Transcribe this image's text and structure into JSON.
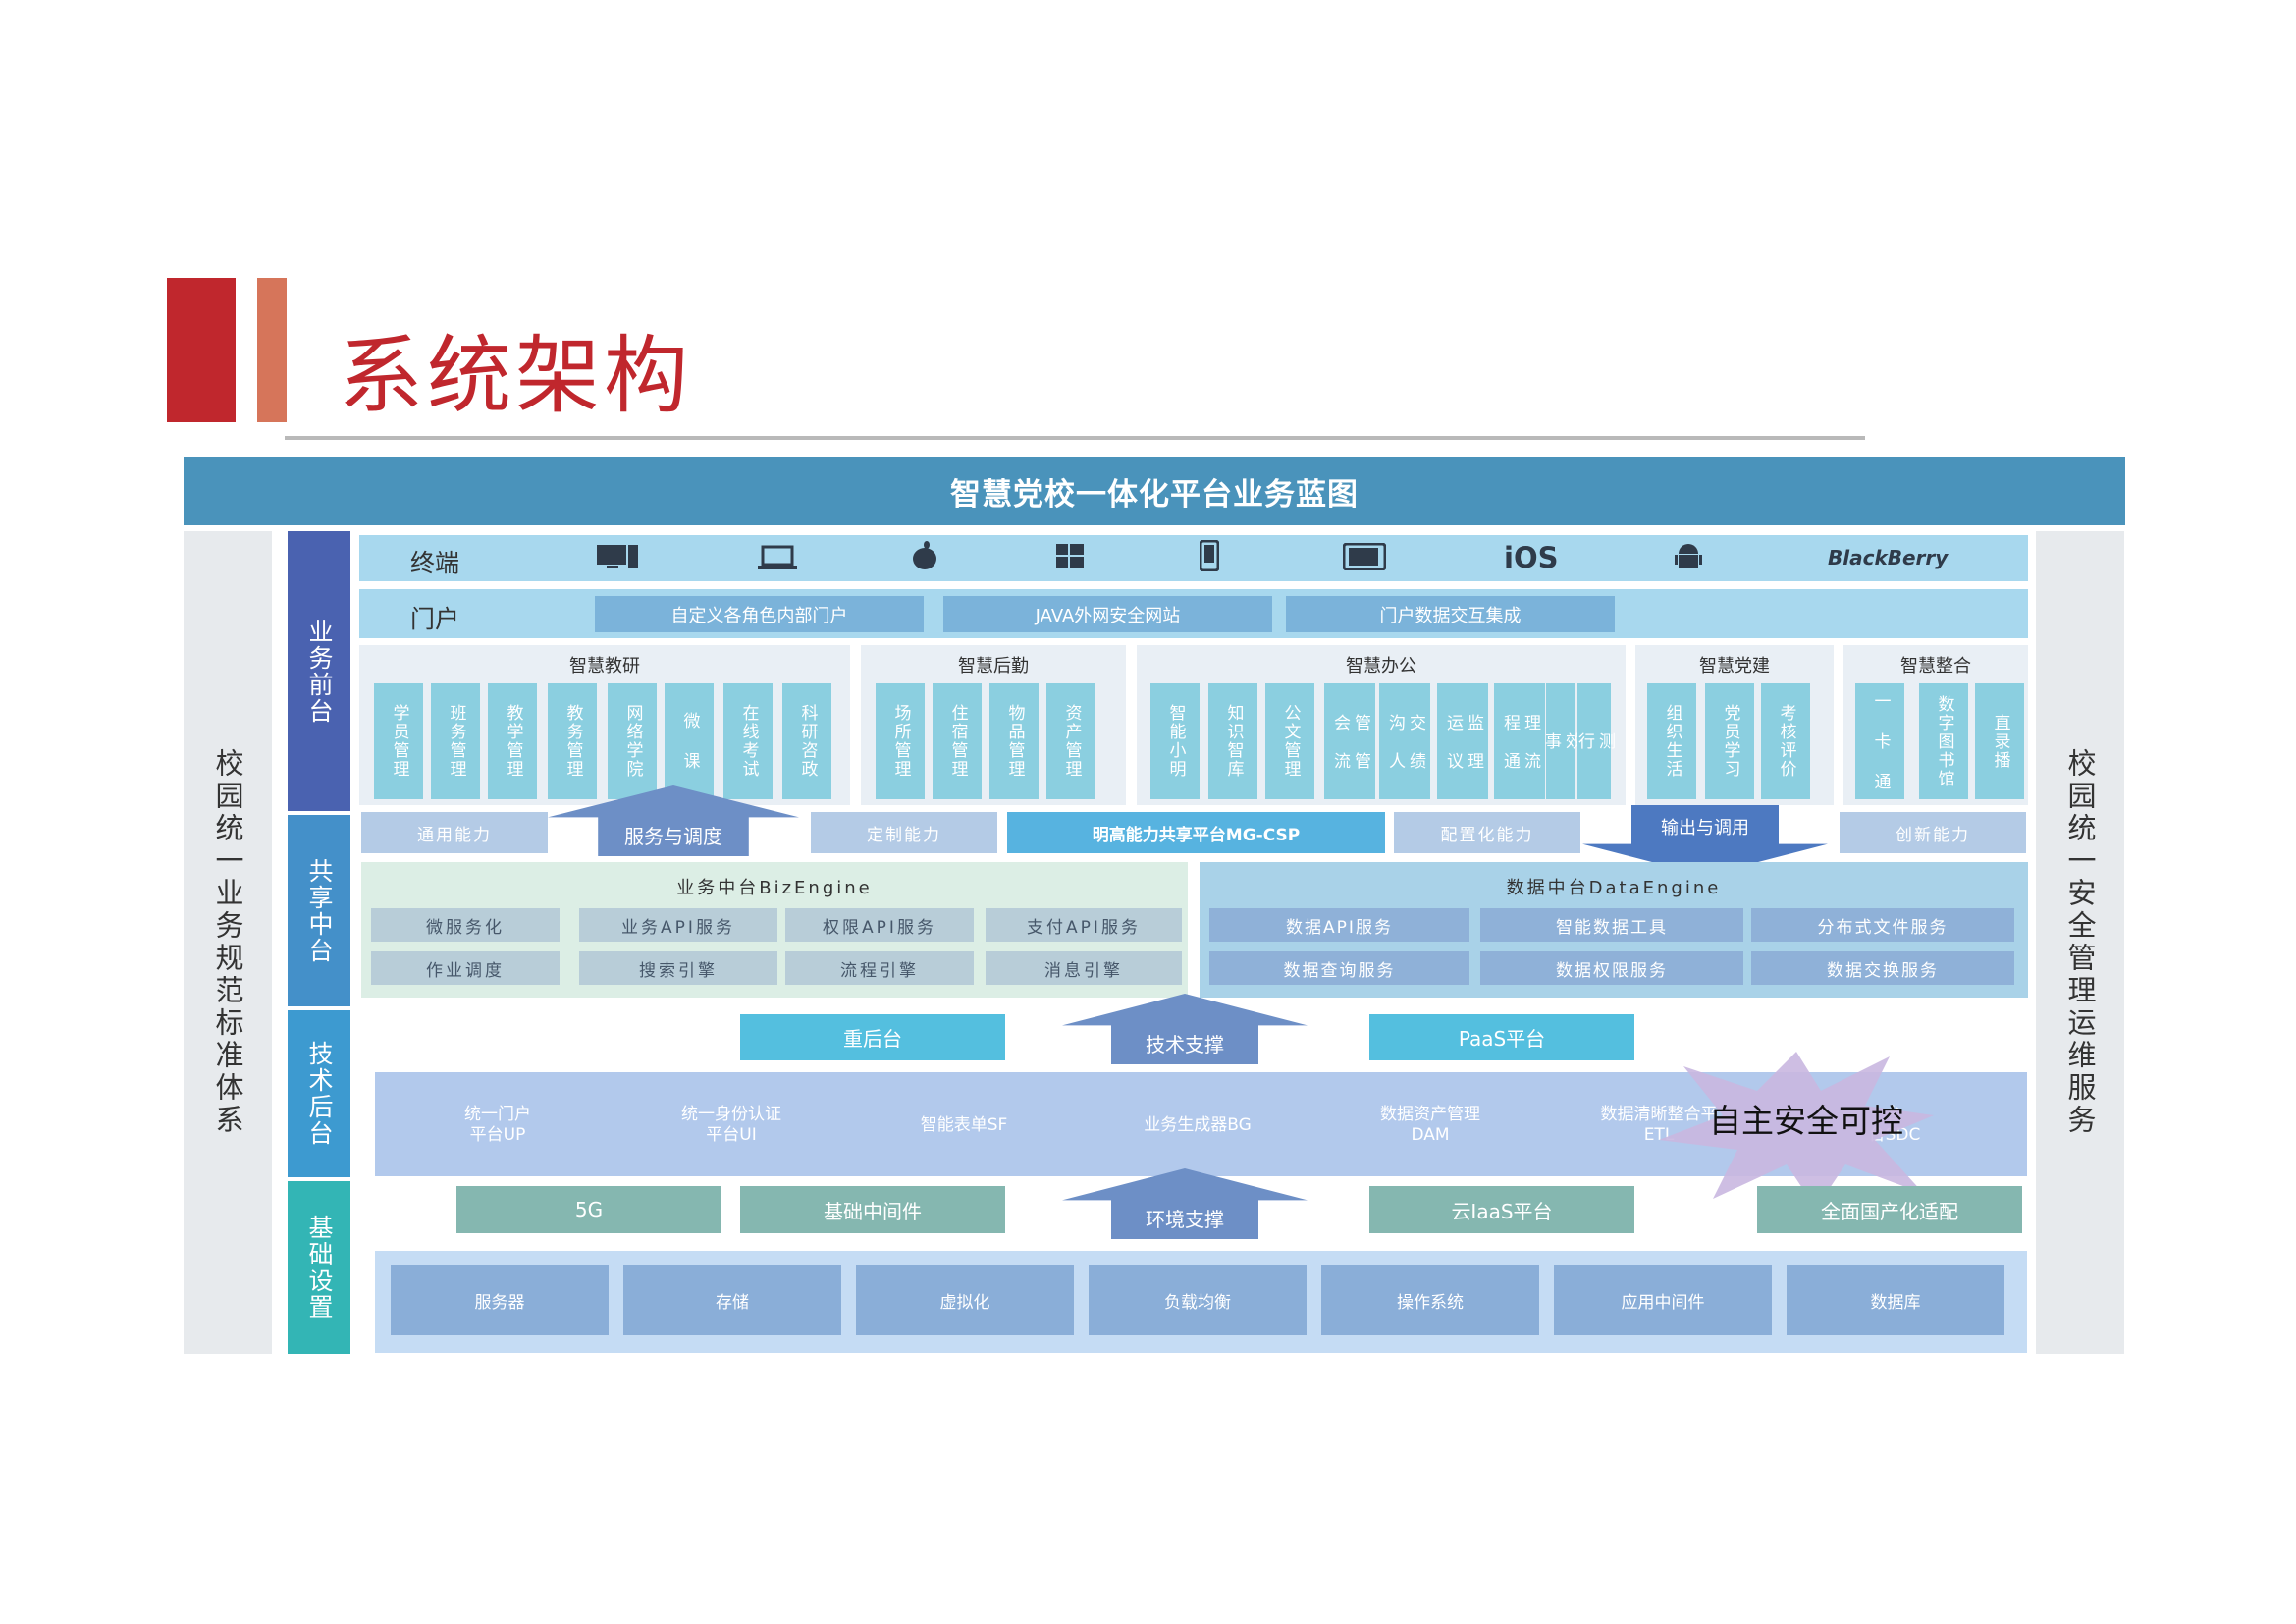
{
  "title": "系统架构",
  "banner": "智慧党校一体化平台业务蓝图",
  "side_left": "校园统一业务规范标准体系",
  "side_right": "校园统一安全管理运维服务",
  "layers": [
    "业务前台",
    "共享中台",
    "技术后台",
    "基础设置"
  ],
  "colors": {
    "red": "#c0272d",
    "banner": "#4a93bb",
    "layer_front": "#4a62b0",
    "layer_share": "#4490c9",
    "layer_tech": "#3d9ad0",
    "layer_base": "#33b5b5"
  },
  "terminal": {
    "label": "终端",
    "icons": [
      "desktop-icon",
      "laptop-icon",
      "apple-icon",
      "windows-icon",
      "phone-icon",
      "tablet-icon",
      "ios-icon",
      "android-icon",
      "blackberry-icon"
    ],
    "ios_text": "iOS",
    "blackberry_text": "BlackBerry"
  },
  "portal": {
    "label": "门户",
    "items": [
      "自定义各角色内部门户",
      "JAVA外网安全网站",
      "门户数据交互集成"
    ]
  },
  "groups": [
    {
      "title": "智慧教研",
      "cells": [
        "学员管理",
        "班务管理",
        "教学管理",
        "教务管理",
        "网络学院",
        "微 课",
        "在线考试",
        "科研咨政"
      ]
    },
    {
      "title": "智慧后勤",
      "cells": [
        "场所管理",
        "住宿管理",
        "物品管理",
        "资产管理"
      ]
    },
    {
      "title": "智慧办公",
      "cells": [
        "智能小明",
        "知识智库",
        "公文管理",
        "会 流\n管 管",
        "沟 人\n交 绩",
        "运 议\n监 理",
        "程 通\n理 流",
        "事\n效",
        "行\n测"
      ]
    },
    {
      "title": "智慧党建",
      "cells": [
        "组织生活",
        "党员学习",
        "考核评价"
      ]
    },
    {
      "title": "智慧整合",
      "cells": [
        "一 卡 通",
        "数字图书馆",
        "直录播"
      ]
    }
  ],
  "capabilities": [
    "通用能力",
    "服务与调度",
    "定制能力",
    "明高能力共享平台MG-CSP",
    "配置化能力",
    "输出与调用",
    "创新能力"
  ],
  "biz": {
    "title": "业务中台BizEngine",
    "items": [
      "微服务化",
      "业务API服务",
      "权限API服务",
      "支付API服务",
      "作业调度",
      "搜索引擎",
      "流程引擎",
      "消息引擎"
    ]
  },
  "data_engine": {
    "title": "数据中台DataEngine",
    "items": [
      "数据API服务",
      "智能数据工具",
      "分布式文件服务",
      "数据查询服务",
      "数据权限服务",
      "数据交换服务"
    ]
  },
  "tech": {
    "left": "重后台",
    "arrow": "技术支撑",
    "right": "PaaS平台"
  },
  "unified": [
    [
      "统一门户",
      "平台UP"
    ],
    [
      "统一身份认证",
      "平台UI"
    ],
    [
      "智能表单SF"
    ],
    [
      "业务生成器BG"
    ],
    [
      "数据资产管理",
      "DAM"
    ],
    [
      "数据清晰整合平",
      "ETL"
    ],
    [
      "台",
      "台SDC"
    ]
  ],
  "starburst": "自主安全可控",
  "base_row": {
    "items": [
      "5G",
      "基础中间件",
      "云IaaS平台",
      "全面国产化适配"
    ],
    "arrow": "环境支撑"
  },
  "infra": [
    "服务器",
    "存储",
    "虚拟化",
    "负载均衡",
    "操作系统",
    "应用中间件",
    "数据库"
  ]
}
